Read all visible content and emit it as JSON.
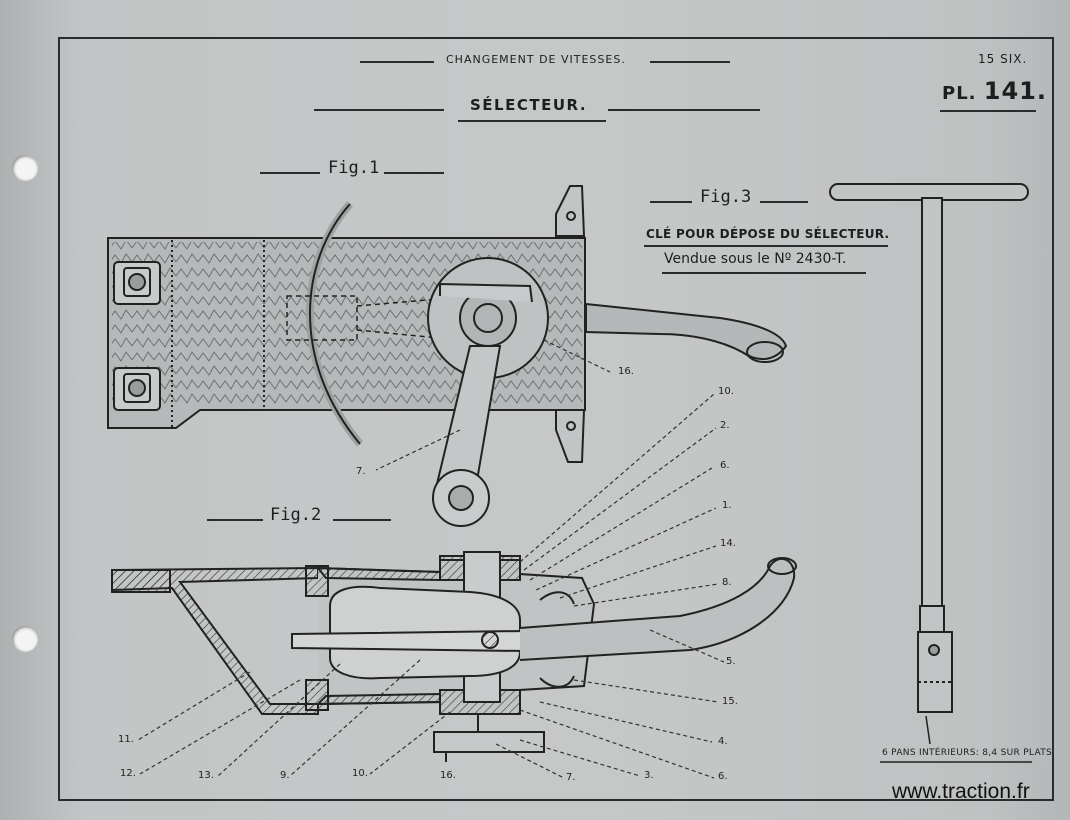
{
  "header": {
    "section": "CHANGEMENT DE VITESSES.",
    "title": "SÉLECTEUR.",
    "sheet": "15 SIX.",
    "plate_prefix": "PL.",
    "plate_number": "141."
  },
  "figures": {
    "fig1": "Fig.1",
    "fig2": "Fig.2",
    "fig3": "Fig.3",
    "fig3_caption": "CLÉ POUR DÉPOSE DU SÉLECTEUR.",
    "fig3_reference": "Vendue sous le Nº 2430-T."
  },
  "callouts": {
    "fig1": [
      "16.",
      "7."
    ],
    "fig2_right": [
      "10.",
      "2.",
      "6.",
      "1.",
      "14.",
      "8.",
      "5.",
      "15.",
      "4.",
      "6."
    ],
    "fig2_bottom": [
      "11.",
      "12.",
      "13.",
      "9.",
      "10.",
      "16.",
      "7.",
      "3."
    ]
  },
  "key_note": "6 PANS INTÉRIEURS: 8,4 SUR PLATS.",
  "watermark": "www.traction.fr",
  "colors": {
    "paper": "#c4c6c6",
    "ink": "#1e1f20"
  }
}
